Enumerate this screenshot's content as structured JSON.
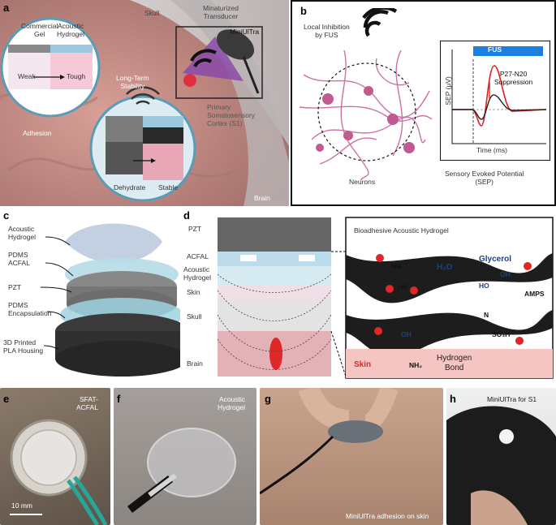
{
  "panels": {
    "a": {
      "label": "a",
      "skull": "Skull",
      "transducer": "Minaturized\nTransducer",
      "miniultra": "MiniUlTra",
      "commercial_gel": "Commercial\nGel",
      "acoustic_hydrogel": "Acoustic\nHydrogel",
      "weak": "Weak",
      "tough": "Tough",
      "long_term": "Long-Term\nStability",
      "adhesion": "Adhesion",
      "primary": "Primary\nSomatosensory\nCortex (S1)",
      "dehydrate": "Dehydrate",
      "stable": "Stable",
      "brain": "Brain"
    },
    "b": {
      "label": "b",
      "local_inhibition": "Local Inhibition\nby FUS",
      "neurons": "Neurons",
      "fus": "FUS",
      "ylabel": "SEP (μV)",
      "xlabel": "Time (ms)",
      "suppression": "P27-N20\nSuppression",
      "sep_title": "Sensory Evoked Potential\n(SEP)"
    },
    "c": {
      "label": "c",
      "acoustic_hydrogel": "Acoustic\nHydrogel",
      "pdms_acfal": "PDMS\nACFAL",
      "pzt": "PZT",
      "pdms_enc": "PDMS\nEncapsulation",
      "housing": "3D Printed\nPLA Housing"
    },
    "d": {
      "label": "d",
      "pzt": "PZT",
      "acfal": "ACFAL",
      "hydrogel": "Acoustic\nHydrogel",
      "skin": "Skin",
      "skull": "Skull",
      "brain": "Brain",
      "bioadhesive": "Bioadhesive Acoustic Hydrogel",
      "h2o": "H₂O",
      "glycerol": "Glycerol",
      "amps": "AMPS",
      "skin_red": "Skin",
      "hydrogen_bond": "Hydrogen\nBond",
      "nh2": "NH₂",
      "so3h": "SO₃H",
      "oh1": "OH",
      "oh2": "OH",
      "ho": "HO",
      "hn": "HN",
      "n": "N",
      "hn2": "HN"
    },
    "e": {
      "label": "e",
      "caption": "SFAT-\nACFAL",
      "scale": "10 mm"
    },
    "f": {
      "label": "f",
      "caption": "Acoustic\nHydrogel"
    },
    "g": {
      "label": "g",
      "caption": "MiniUlTra adhesion on skin"
    },
    "h": {
      "label": "h",
      "caption": "MiniUlTra for S1"
    }
  },
  "chart_data": {
    "type": "line",
    "title": "Sensory Evoked Potential\n(SEP)",
    "xlabel": "Time (ms)",
    "ylabel": "SEP (μV)",
    "annotations": [
      "FUS",
      "P27-N20\nSuppression"
    ],
    "series": [
      {
        "color": "#222222",
        "values": []
      },
      {
        "color": "#e02020",
        "values": []
      }
    ],
    "colors": {
      "fus_bar": "#1d7fe0"
    }
  }
}
